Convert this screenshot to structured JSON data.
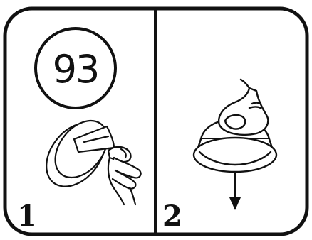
{
  "instruction_card": {
    "badge": {
      "number": "93"
    },
    "panels": [
      {
        "step": "1",
        "illustration": "peel-backing-from-pad"
      },
      {
        "step": "2",
        "illustration": "press-pad-down"
      }
    ]
  },
  "colors": {
    "ink": "#111111",
    "background": "#ffffff"
  }
}
